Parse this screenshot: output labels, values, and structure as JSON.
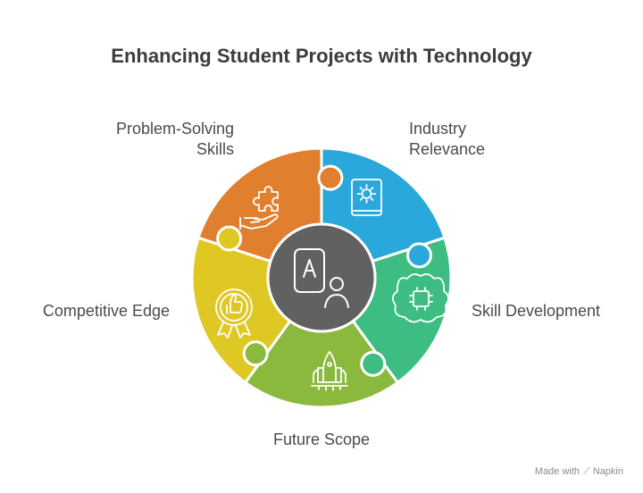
{
  "title": "Enhancing Student Projects with Technology",
  "center": {
    "icon": "student-letter-a-icon",
    "color": "#616161"
  },
  "segments": [
    {
      "id": "industry",
      "label_lines": [
        "Industry",
        "Relevance"
      ],
      "icon": "settings-book-icon",
      "color": "#2aa8db"
    },
    {
      "id": "skill",
      "label_lines": [
        "Skill Development"
      ],
      "icon": "brain-chip-icon",
      "color": "#3dbd82"
    },
    {
      "id": "future",
      "label_lines": [
        "Future Scope"
      ],
      "icon": "rocket-icon",
      "color": "#8ab93e"
    },
    {
      "id": "competitive",
      "label_lines": [
        "Competitive Edge"
      ],
      "icon": "thumbs-up-medal-icon",
      "color": "#dfc724"
    },
    {
      "id": "problem",
      "label_lines": [
        "Problem-Solving",
        "Skills"
      ],
      "icon": "puzzle-hand-icon",
      "color": "#e07f2e"
    }
  ],
  "footer": {
    "text": "Made with",
    "brand": "Napkin"
  }
}
